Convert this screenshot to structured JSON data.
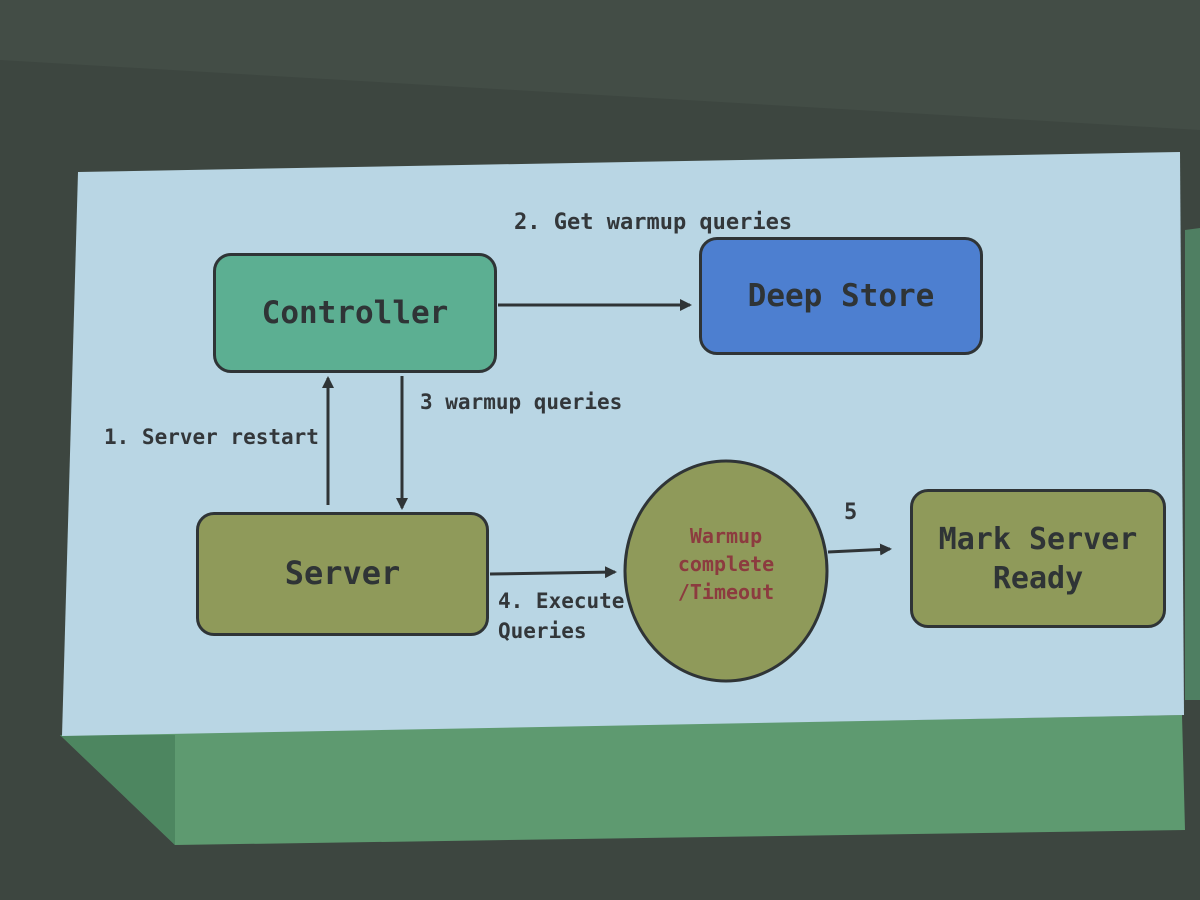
{
  "diagram": {
    "nodes": {
      "controller": "Controller",
      "deep_store": "Deep Store",
      "server": "Server",
      "warmup_line1": "Warmup",
      "warmup_line2": "complete",
      "warmup_line3": "/Timeout",
      "mark_line1": "Mark Server",
      "mark_line2": "Ready"
    },
    "edges": {
      "get_queries": "2. Get warmup queries",
      "server_restart": "1. Server restart",
      "warmup_queries": "3 warmup queries",
      "execute_line1": "4. Execute",
      "execute_line2": "Queries",
      "step5": "5"
    }
  },
  "colors": {
    "slide_bg": "#b9d6e4",
    "controller_fill": "#5caf92",
    "deep_store_fill": "#4d7fd0",
    "server_fill": "#8f9a5a",
    "warmup_fill": "#8f9a5a",
    "mark_fill": "#8f9a5a",
    "warmup_text": "#8c3b3f",
    "stroke": "#2f3436",
    "screen_bg": "#3d4640",
    "green_shadow": "#6a9f78"
  }
}
